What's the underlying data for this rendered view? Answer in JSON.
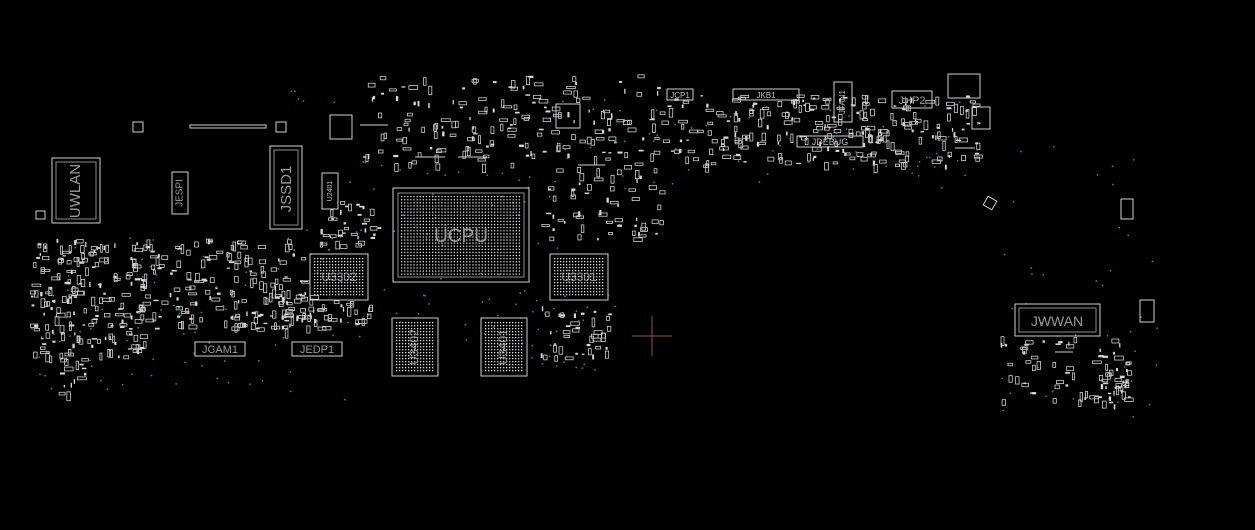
{
  "components": {
    "UCPU": "UCPU",
    "JSSD1": "JSSD1",
    "UWLAN": "UWLAN",
    "JESPI": "JESPI",
    "U3302": "U3302",
    "U3301": "U3301",
    "U3402": "U3402",
    "U3401": "U3401",
    "JCAM1": "JCAM1",
    "JEDP1": "JEDP1",
    "JCP1": "JCP1",
    "JKB1": "JKB1",
    "JFAN1": "JFAN1",
    "JHP2": "JHP2",
    "JDEBUG": "JDEBUG",
    "JWWAN": "JWWAN",
    "U2401": "U2401"
  },
  "colors": {
    "background": "#000000",
    "silkscreen": "#cfcfcf",
    "label": "#9a9a9a",
    "via": "#1c8fa6",
    "cursor": "#a04a4a"
  },
  "icons": {
    "cursor": "crosshair-icon"
  }
}
